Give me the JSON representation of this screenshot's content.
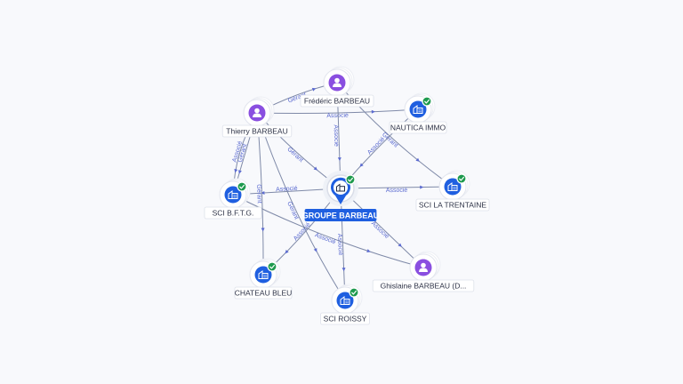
{
  "diagram": {
    "center": {
      "id": "groupe",
      "label": "GROUPE BARBEAU",
      "type": "company",
      "verified": true,
      "icon": "building-icon"
    },
    "nodes": [
      {
        "id": "frederic",
        "label": "Frédéric BARBEAU",
        "type": "person",
        "verified": false,
        "icon": "person-icon"
      },
      {
        "id": "thierry",
        "label": "Thierry BARBEAU",
        "type": "person",
        "verified": false,
        "icon": "person-icon"
      },
      {
        "id": "nautica",
        "label": "NAUTICA IMMO",
        "type": "company",
        "verified": true,
        "icon": "building-icon"
      },
      {
        "id": "trentaine",
        "label": "SCI LA TRENTAINE",
        "type": "company",
        "verified": true,
        "icon": "building-icon"
      },
      {
        "id": "bftg",
        "label": "SCI B.F.T.G.",
        "type": "company",
        "verified": true,
        "icon": "building-icon"
      },
      {
        "id": "chateau",
        "label": "CHATEAU BLEU",
        "type": "company",
        "verified": true,
        "icon": "building-icon"
      },
      {
        "id": "roissy",
        "label": "SCI ROISSY",
        "type": "company",
        "verified": true,
        "icon": "building-icon"
      },
      {
        "id": "ghislaine",
        "label": "Ghislaine BARBEAU (D...",
        "type": "person",
        "verified": false,
        "icon": "person-icon"
      }
    ],
    "edges": [
      {
        "from": "thierry",
        "to": "frederic",
        "label": "Gérant"
      },
      {
        "from": "thierry",
        "to": "nautica",
        "label": "Associé"
      },
      {
        "from": "frederic",
        "to": "groupe",
        "label": "Associé"
      },
      {
        "from": "frederic",
        "to": "trentaine",
        "label": "Gérant"
      },
      {
        "from": "nautica",
        "to": "groupe",
        "label": "Associé"
      },
      {
        "from": "thierry",
        "to": "groupe",
        "label": "Gérant"
      },
      {
        "from": "thierry",
        "to": "bftg",
        "label": "Gérant"
      },
      {
        "from": "thierry",
        "to": "bftg",
        "label": "Associé"
      },
      {
        "from": "thierry",
        "to": "roissy",
        "label": "Gérant"
      },
      {
        "from": "groupe",
        "to": "bftg",
        "label": "Associé"
      },
      {
        "from": "groupe",
        "to": "trentaine",
        "label": "Associé"
      },
      {
        "from": "groupe",
        "to": "chateau",
        "label": "Associé"
      },
      {
        "from": "groupe",
        "to": "roissy",
        "label": "Associé"
      },
      {
        "from": "groupe",
        "to": "ghislaine",
        "label": "Associé"
      },
      {
        "from": "bftg",
        "to": "ghislaine",
        "label": "Associé"
      },
      {
        "from": "thierry",
        "to": "chateau",
        "label": "Gérant"
      }
    ]
  },
  "colors": {
    "person": "#8a4fe0",
    "company": "#1f5fe0",
    "verified": "#1e9a4e",
    "edge": "#7f8aa8",
    "edge_label": "#5a6ad0"
  }
}
